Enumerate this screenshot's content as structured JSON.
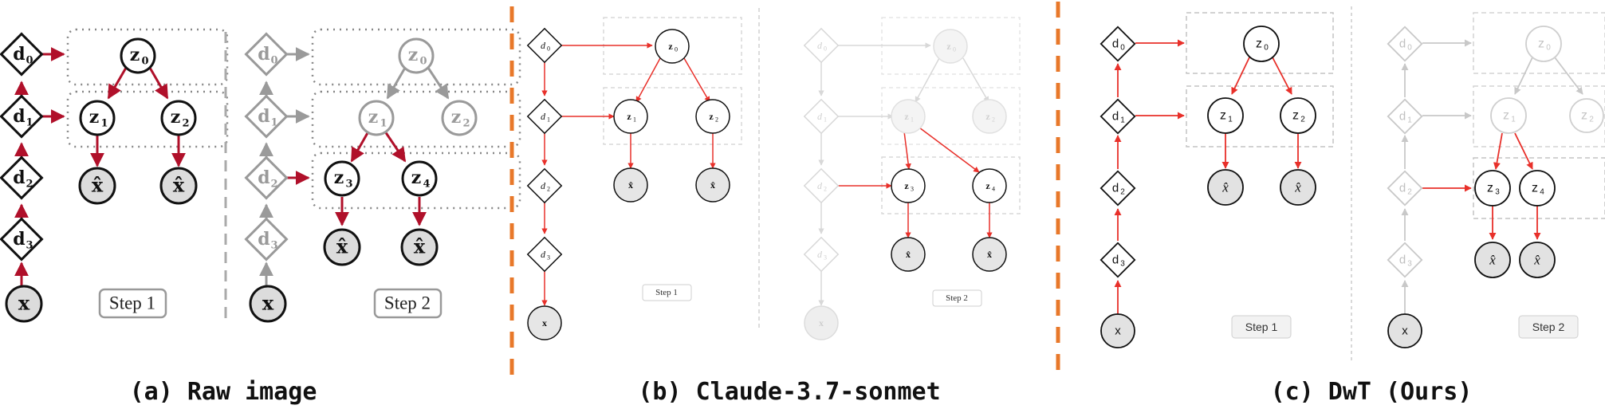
{
  "captions": {
    "a": "(a) Raw image",
    "b": "(b) Claude-3.7-sonmet",
    "c": "(c) DwT (Ours)"
  },
  "node_labels": {
    "d0": "d",
    "d0_sub": "0",
    "d1": "d",
    "d1_sub": "1",
    "d2": "d",
    "d2_sub": "2",
    "d3": "d",
    "d3_sub": "3",
    "x": "x",
    "z0": "z",
    "z0_sub": "0",
    "z1": "z",
    "z1_sub": "1",
    "z2": "z",
    "z2_sub": "2",
    "z3": "z",
    "z3_sub": "3",
    "z4": "z",
    "z4_sub": "4",
    "xhat": "x̂"
  },
  "step_labels": {
    "step1": "Step 1",
    "step2": "Step 2"
  },
  "colors": {
    "active_edge": "#b0102a",
    "active_edge_b": "#e8302a",
    "faded": "#9a9a9a",
    "faded_b": "#d8d8d8",
    "node_fill": "#dcdcdc",
    "separator_orange": "#e8782a",
    "dashed_gray": "#b8b8b8"
  }
}
